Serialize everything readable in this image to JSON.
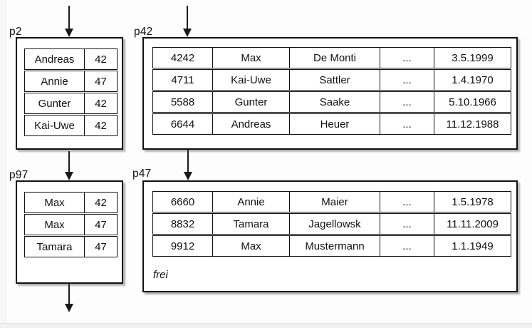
{
  "diagram_title": "b-tree-index-and-data-pages",
  "colors": {
    "line": "#1a1a1a",
    "box_border": "#111111",
    "background": "#fdfdfd"
  },
  "pages": {
    "p2": {
      "label": "p2",
      "rows": [
        [
          "Andreas",
          "42"
        ],
        [
          "Annie",
          "47"
        ],
        [
          "Gunter",
          "42"
        ],
        [
          "Kai-Uwe",
          "42"
        ]
      ]
    },
    "p42": {
      "label": "p42",
      "rows": [
        [
          "4242",
          "Max",
          "De Monti",
          "...",
          "3.5.1999"
        ],
        [
          "4711",
          "Kai-Uwe",
          "Sattler",
          "...",
          "1.4.1970"
        ],
        [
          "5588",
          "Gunter",
          "Saake",
          "...",
          "5.10.1966"
        ],
        [
          "6644",
          "Andreas",
          "Heuer",
          "...",
          "11.12.1988"
        ]
      ]
    },
    "p97": {
      "label": "p97",
      "rows": [
        [
          "Max",
          "42"
        ],
        [
          "Max",
          "47"
        ],
        [
          "Tamara",
          "47"
        ]
      ]
    },
    "p47": {
      "label": "p47",
      "rows": [
        [
          "6660",
          "Annie",
          "Maier",
          "...",
          "1.5.1978"
        ],
        [
          "8832",
          "Tamara",
          "Jagellowsk",
          "...",
          "11.11.2009"
        ],
        [
          "9912",
          "Max",
          "Mustermann",
          "...",
          "1.1.1949"
        ]
      ],
      "free_label": "frei"
    }
  }
}
